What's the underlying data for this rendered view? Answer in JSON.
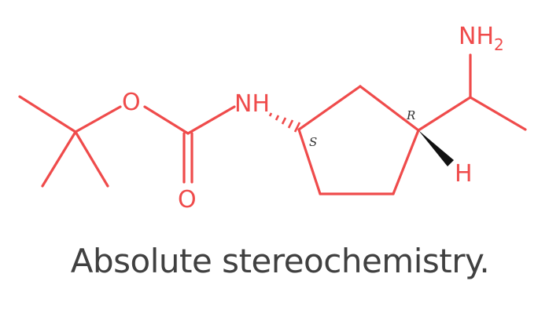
{
  "diagram": {
    "atoms": {
      "nh2": "NH",
      "nh2_sub": "2",
      "o_ester": "O",
      "o_carbonyl": "O",
      "nh_carbamate": "NH",
      "h_stereo": "H"
    },
    "stereo_descriptors": {
      "left_center": "S",
      "right_center": "R"
    },
    "colors": {
      "molecule": "#ef4b4b",
      "caption": "#404040"
    }
  },
  "caption": "Absolute stereochemistry."
}
